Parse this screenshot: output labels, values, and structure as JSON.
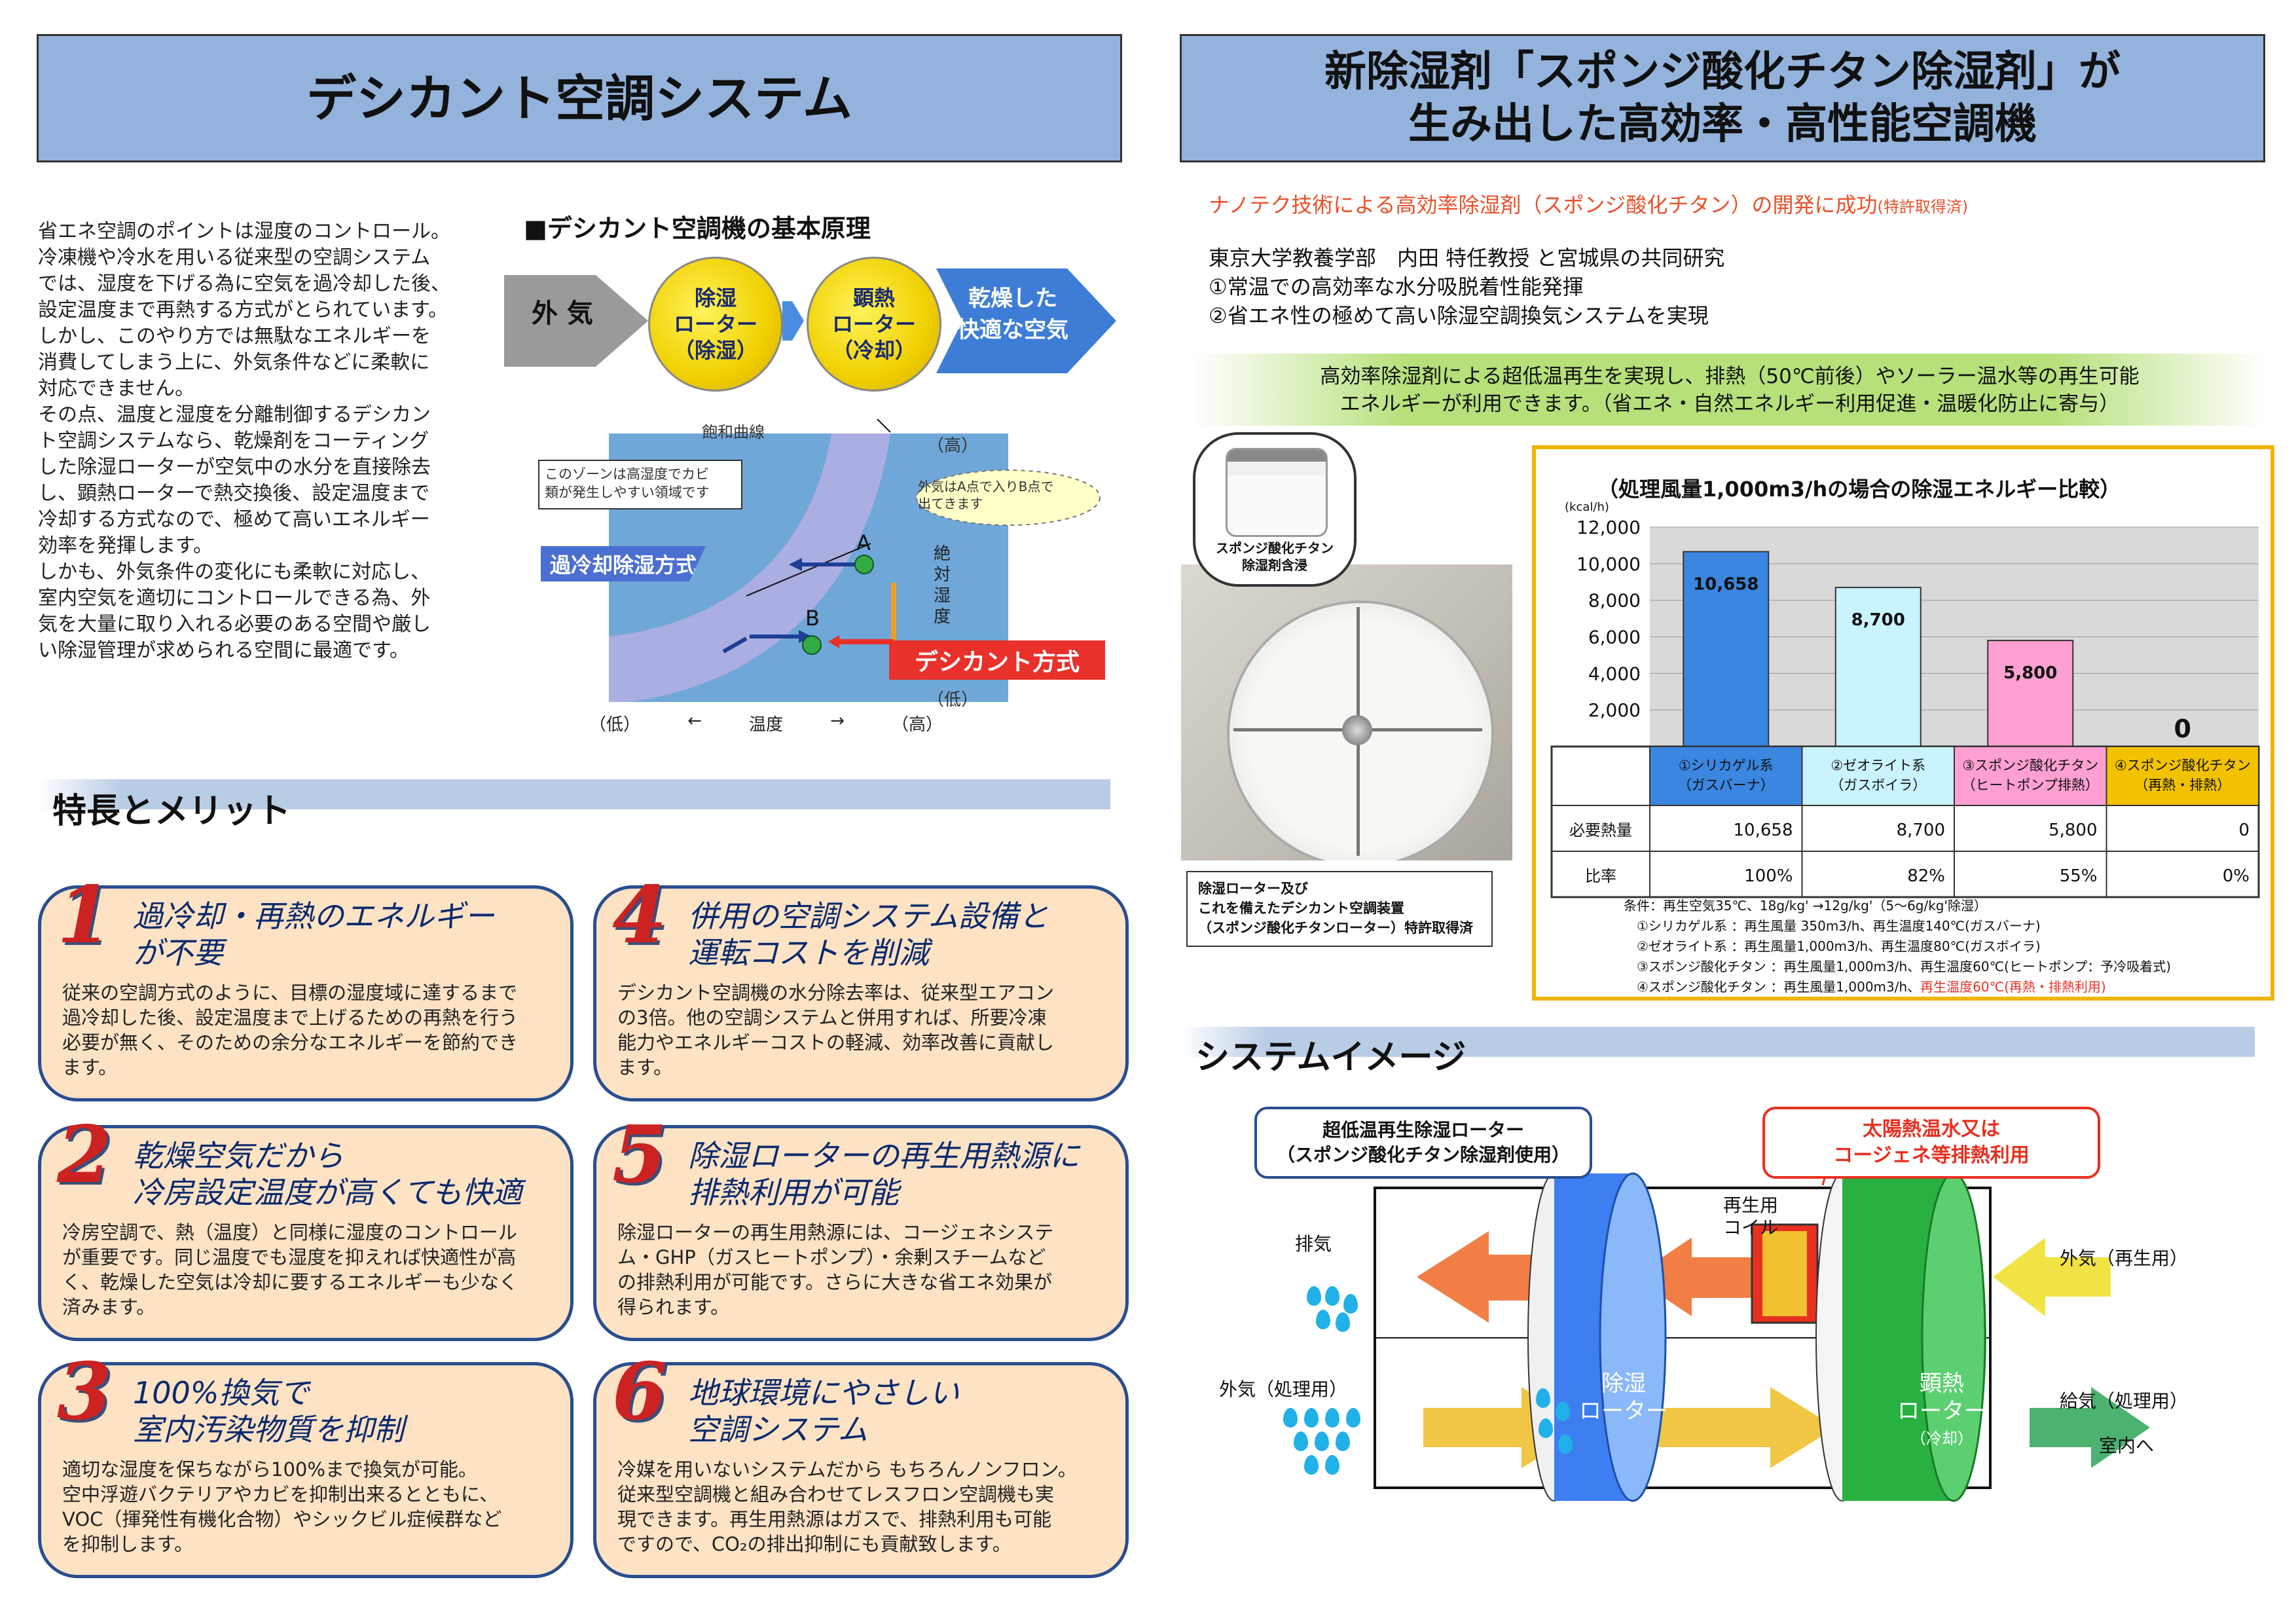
{
  "left": {
    "banner_title": "デシカント空調システム",
    "intro_lines": [
      "省エネ空調のポイントは湿度のコントロール。",
      "冷凍機や冷水を用いる従来型の空調システム",
      "では、湿度を下げる為に空気を過冷却した後、",
      "設定温度まで再熱する方式がとられています。",
      "しかし、このやり方では無駄なエネルギーを",
      "消費してしまう上に、外気条件などに柔軟に",
      "対応できません。",
      "その点、温度と湿度を分離制御するデシカン",
      "ト空調システムなら、乾燥剤をコーティング",
      "した除湿ローターが空気中の水分を直接除去",
      "し、顕熱ローターで熱交換後、設定温度まで",
      "冷却する方式なので、極めて高いエネルギー",
      "効率を発揮します。",
      "しかも、外気条件の変化にも柔軟に対応し、",
      "室内空気を適切にコントロールできる為、外",
      "気を大量に取り入れる必要のある空間や厳し",
      "い除湿管理が求められる空間に最適です。"
    ],
    "principle_title": "■デシカント空調機の基本原理",
    "flow": {
      "outside_air": "外 気",
      "rotor1": [
        "除湿",
        "ローター",
        "（除湿）"
      ],
      "rotor2": [
        "顕熱",
        "ローター",
        "（冷却）"
      ],
      "result": [
        "乾燥した",
        "快適な空気"
      ]
    },
    "psy": {
      "saturation": "飽和曲線",
      "mold_zone": [
        "このゾーンは高湿度でカビ",
        "類が発生しやすい領域です"
      ],
      "note_ab": [
        "外気はA点で入りB点で",
        "出てきます"
      ],
      "high": "（高）",
      "low": "（低）",
      "abs_humidity": [
        "絶",
        "対",
        "湿",
        "度"
      ],
      "overcool": "過冷却除湿方式",
      "desiccant": "デシカント方式",
      "point_a": "A",
      "point_b": "B",
      "x_low": "（低）",
      "x_arrow_left": "←",
      "x_label": "温度",
      "x_arrow_right": "→",
      "x_high": "（高）"
    },
    "features_title": "特長とメリット",
    "features": [
      {
        "num": "1",
        "title": [
          "過冷却・再熱のエネルギー",
          "が不要"
        ],
        "body": [
          "従来の空調方式のように、目標の湿度域に達するまで",
          "過冷却した後、設定温度まで上げるための再熱を行う",
          "必要が無く、そのための余分なエネルギーを節約でき",
          "ます。"
        ]
      },
      {
        "num": "4",
        "title": [
          "併用の空調システム設備と",
          "運転コストを削減"
        ],
        "body": [
          "デシカント空調機の水分除去率は、従来型エアコン",
          "の3倍。他の空調システムと併用すれば、所要冷凍",
          "能力やエネルギーコストの軽減、効率改善に貢献し",
          "ます。"
        ]
      },
      {
        "num": "2",
        "title": [
          "乾燥空気だから",
          "冷房設定温度が高くても快適"
        ],
        "body": [
          "冷房空調で、熱（温度）と同様に湿度のコントロール",
          "が重要です。同じ温度でも湿度を抑えれば快適性が高",
          "く、乾燥した空気は冷却に要するエネルギーも少なく",
          "済みます。"
        ]
      },
      {
        "num": "5",
        "title": [
          "除湿ローターの再生用熱源に",
          "排熱利用が可能"
        ],
        "body": [
          "除湿ローターの再生用熱源には、コージェネシステ",
          "ム・GHP（ガスヒートポンプ）・余剰スチームなど",
          "の排熱利用が可能です。さらに大きな省エネ効果が",
          "得られます。"
        ]
      },
      {
        "num": "3",
        "title": [
          "100%換気で",
          "室内汚染物質を抑制"
        ],
        "body": [
          "適切な湿度を保ちながら100%まで換気が可能。",
          "空中浮遊バクテリアやカビを抑制出来るとともに、",
          "VOC（揮発性有機化合物）やシックビル症候群など",
          "を抑制します。"
        ]
      },
      {
        "num": "6",
        "title": [
          "地球環境にやさしい",
          "空調システム"
        ],
        "body": [
          "冷媒を用いないシステムだから もちろんノンフロン。",
          "従来型空調機と組み合わせてレスフロン空調機も実",
          "現できます。再生用熱源はガスで、排熱利用も可能",
          "ですので、CO₂の排出抑制にも貢献致します。"
        ]
      }
    ]
  },
  "right": {
    "banner_lines": [
      "新除湿剤「スポンジ酸化チタン除湿剤」が",
      "生み出した高効率・高性能空調機"
    ],
    "nano": "ナノテク技術による高効率除湿剤（スポンジ酸化チタン）の開発に成功",
    "nano_small": "(特許取得済)",
    "research": [
      "東京大学教養学部　内田 特任教授 と宮城県の共同研究",
      "①常温での高効率な水分吸脱着性能発揮",
      "②省エネ性の極めて高い除湿空調換気システムを実現"
    ],
    "green_band": [
      "高効率除湿剤による超低温再生を実現し、排熱（50℃前後）やソーラー温水等の再生可能",
      "エネルギーが利用できます。（省エネ・自然エネルギー利用促進・温暖化防止に寄与）"
    ],
    "jar_label": [
      "スポンジ酸化チタン",
      "除湿剤含浸"
    ],
    "photo_caption": [
      "除湿ローター及び",
      "これを備えたデシカント空調装置",
      "（スポンジ酸化チタンローター）特許取得済"
    ],
    "conditions": [
      "条件：再生空気35℃、18g/kg' →12g/kg'（5～6g/kg'除湿）",
      "①シリカゲル系 ：再生風量  350m3/h、再生温度140℃(ガスバーナ)",
      "②ゼオライト系 ：再生風量1,000m3/h、再生温度80℃(ガスボイラ)",
      "③スポンジ酸化チタン ：再生風量1,000m3/h、再生温度60℃(ヒートポンプ：予冷吸着式)"
    ],
    "cond4_a": "④スポンジ酸化チタン ：再生風量1,000m3/h、",
    "cond4_b": "再生温度60℃(再熱・排熱利用)",
    "system_title": "システムイメージ",
    "sys": {
      "callout1": [
        "超低温再生除湿ローター",
        "（スポンジ酸化チタン除湿剤使用）"
      ],
      "callout2": [
        "太陽熱温水又は",
        "コージェネ等排熱利用"
      ],
      "exhaust": "排気",
      "outside_proc": "外気（処理用）",
      "outside_regen": "外気（再生用）",
      "supply": "給気（処理用）",
      "indoor": "室内へ",
      "coil": [
        "再生用",
        "コイル"
      ],
      "rotor_dehum": [
        "除湿",
        "ローター"
      ],
      "rotor_sens": [
        "顕熱",
        "ローター"
      ],
      "rotor_sens_sub": "（冷却）"
    }
  },
  "colors": {
    "banner": "#94b3dc",
    "accent_red": "#e8312a",
    "navy": "#2a4d8f",
    "card_fill": "#fde2c4",
    "chart_frame": "#f0b400"
  },
  "chart_data": {
    "type": "bar",
    "title": "（処理風量1,000m3/hの場合の除湿エネルギー比較）",
    "ylabel": "(kcal/h)",
    "ylim": [
      0,
      12000
    ],
    "yticks": [
      "12,000",
      "10,000",
      "8,000",
      "6,000",
      "4,000",
      "2,000"
    ],
    "categories": [
      [
        "①シリカゲル系",
        "（ガスバーナ）"
      ],
      [
        "②ゼオライト系",
        "（ガスボイラ）"
      ],
      [
        "③スポンジ酸化チタン",
        "（ヒートポンプ排熱）"
      ],
      [
        "④スポンジ酸化チタン",
        "（再熱・排熱）"
      ]
    ],
    "values": [
      10658,
      8700,
      5800,
      0
    ],
    "value_labels": [
      "10,658",
      "8,700",
      "5,800",
      "0"
    ],
    "bar_colors": [
      "#3a86e0",
      "#c9f3ff",
      "#ff9fd2",
      "#ffe34a"
    ],
    "header_colors": [
      "#3a86e0",
      "#c9f3ff",
      "#ff9fd2",
      "#f2c200"
    ],
    "row1_label": "必要熱量",
    "row2_label": "比率",
    "ratios": [
      "100%",
      "82%",
      "55%",
      "0%"
    ],
    "grid": true
  }
}
